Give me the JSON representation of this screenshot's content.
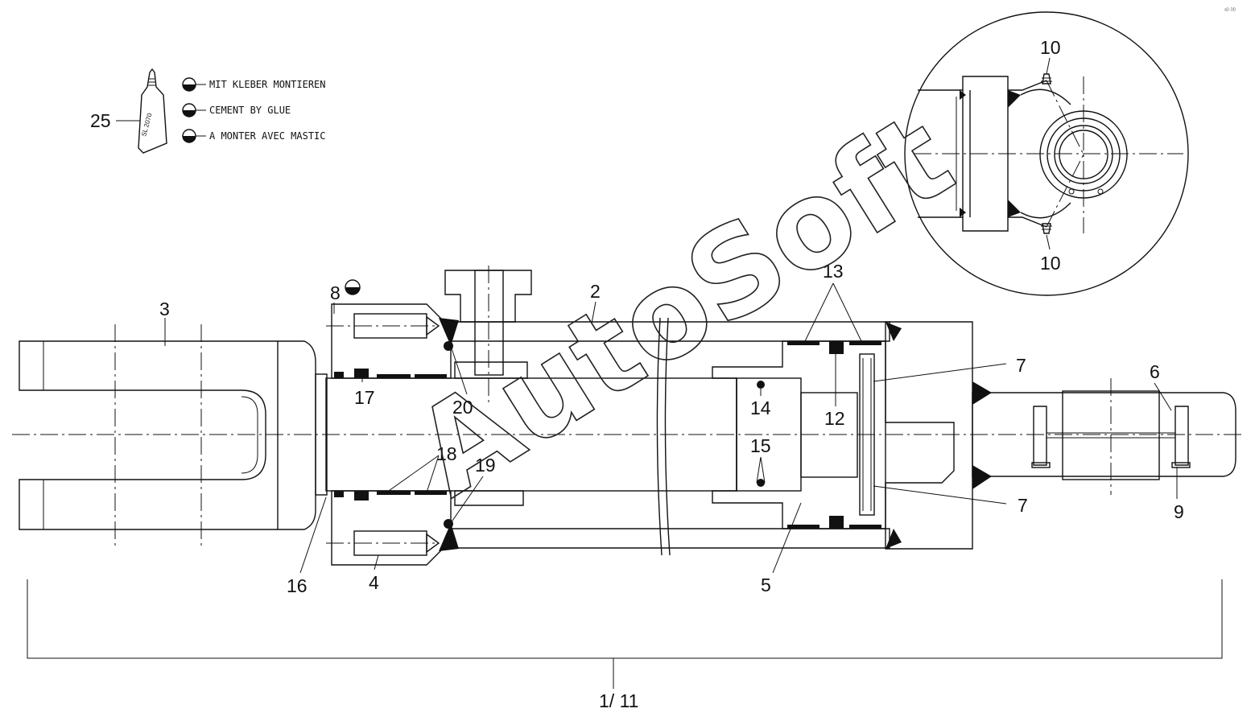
{
  "legend": {
    "tube_label": "SL 2070",
    "part_number": "25",
    "lines": [
      "MIT KLEBER MONTIEREN",
      "CEMENT BY GLUE",
      "A MONTER AVEC MASTIC"
    ]
  },
  "callouts": {
    "c1": "1/ 11",
    "c2": "2",
    "c3": "3",
    "c4": "4",
    "c5": "5",
    "c6": "6",
    "c7a": "7",
    "c7b": "7",
    "c8": "8",
    "c9": "9",
    "c10a": "10",
    "c10b": "10",
    "c12": "12",
    "c13": "13",
    "c14": "14",
    "c15": "15",
    "c16": "16",
    "c17": "17",
    "c18": "18",
    "c19": "19",
    "c20": "20"
  },
  "watermark": "AutoSoft",
  "corner_mark": "ᵃᴰ ᴰᴰ"
}
